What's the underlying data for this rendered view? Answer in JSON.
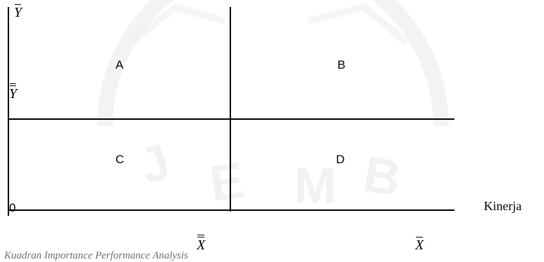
{
  "quadrants": {
    "a": "A",
    "b": "B",
    "c": "C",
    "d": "D"
  },
  "axes": {
    "y_top": "Y",
    "y_mean": "Y",
    "x_mean": "X",
    "x_end": "X",
    "origin": "0",
    "x_title": "Kinerja"
  },
  "caption": "Kuadran Importance Performance Analysis"
}
